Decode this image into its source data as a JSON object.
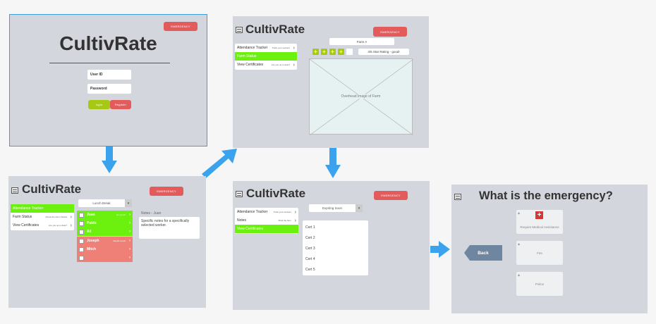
{
  "brand": "CultivRate",
  "emergency_label": "EMERGENCY",
  "login": {
    "user_id_label": "User ID",
    "password_label": "Password",
    "login_label": "login",
    "register_label": "Register"
  },
  "farm_view": {
    "menu": [
      {
        "label": "Attendance Tracker",
        "sub": "Track your workers"
      },
      {
        "label": "Farm Status",
        "sub": ""
      },
      {
        "label": "View Certificates",
        "sub": "Are you up to date?"
      }
    ],
    "farm_name": "Farm A",
    "rating_text": "4/5 Star Rating - good!",
    "photo_caption": "Overhead Image of Farm"
  },
  "attendance_view": {
    "menu": [
      {
        "label": "Attendance Tracker",
        "sub": ""
      },
      {
        "label": "Farm Status",
        "sub": "Check the Farm Status"
      },
      {
        "label": "View Certificates",
        "sub": "Are you up to date?"
      }
    ],
    "select_value": "Lunch Break",
    "workers": [
      {
        "name": "Juan",
        "tag": "On Lunch",
        "color": "#6cf00e"
      },
      {
        "name": "Pablo",
        "tag": "",
        "color": "#6cf00e"
      },
      {
        "name": "Ali",
        "tag": "",
        "color": "#6cf00e"
      },
      {
        "name": "Joseph",
        "tag": "Needs Lunch",
        "color": "#ef8078"
      },
      {
        "name": "Mitch",
        "tag": "",
        "color": "#ef8078"
      },
      {
        "name": "",
        "tag": "",
        "color": "#ef8078"
      }
    ],
    "notes_title": "Notes - Juan",
    "notes_body": "Specific notes for a specifically selected worker."
  },
  "certificates_view": {
    "menu": [
      {
        "label": "Attendance Tracker",
        "sub": "Track your workers"
      },
      {
        "label": "Notes",
        "sub": "Mind the farm"
      },
      {
        "label": "View Certificates",
        "sub": ""
      }
    ],
    "select_value": "Expiring Soon",
    "certs": [
      "Cert 1",
      "Cert 2",
      "Cert 3",
      "Cert 4",
      "Cert 5"
    ]
  },
  "emergency_view": {
    "title": "What is the emergency?",
    "back_label": "Back",
    "options": [
      "Require Medical Assistance",
      "Fire",
      "Police"
    ]
  },
  "colors": {
    "frame_bg": "#d4d6de",
    "arrow": "#3ba3ee",
    "emergency": "#e35b5b",
    "active_green": "#6cf00e",
    "alert_red": "#ef8078",
    "login_green": "#a7c913"
  }
}
